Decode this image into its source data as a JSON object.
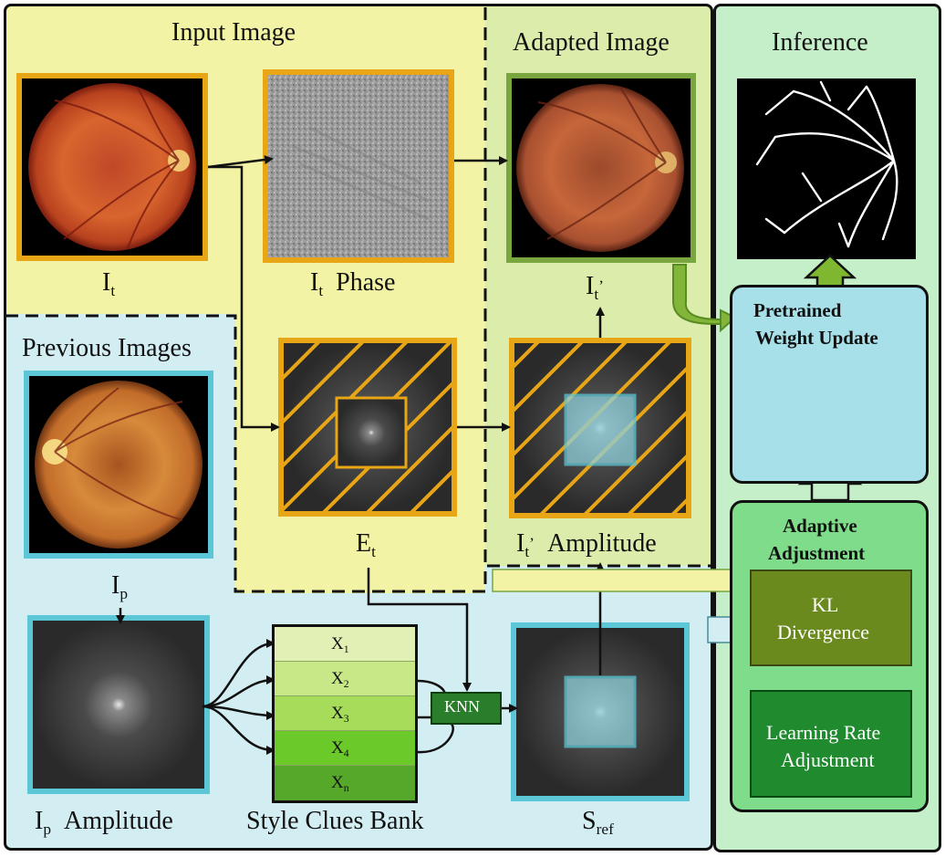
{
  "regions": {
    "input_image": "Input Image",
    "adapted_image": "Adapted Image",
    "inference": "Inference",
    "previous_images": "Previous Images"
  },
  "labels": {
    "it_base": "I",
    "it_sub": "t",
    "it_phase_base": "I",
    "it_phase_sub": "t",
    "it_phase_rest": "Phase",
    "itp_base": "I",
    "itp_sub": "t",
    "itp_sup": "’",
    "et_base": "E",
    "et_sub": "t",
    "itp_amp_base": "I",
    "itp_amp_sub": "t",
    "itp_amp_sup": "’",
    "itp_amp_rest": "Amplitude",
    "ip_base": "I",
    "ip_sub": "p",
    "ip_amp_base": "I",
    "ip_amp_sub": "p",
    "ip_amp_rest": "Amplitude",
    "style_bank": "Style Clues Bank",
    "sref_base": "S",
    "sref_sub": "ref"
  },
  "bank_items": [
    {
      "base": "X",
      "sub": "1",
      "color": "#e2f0b6"
    },
    {
      "base": "X",
      "sub": "2",
      "color": "#c8e888"
    },
    {
      "base": "X",
      "sub": "3",
      "color": "#a6dc5a"
    },
    {
      "base": "X",
      "sub": "4",
      "color": "#6cc92a"
    },
    {
      "base": "X",
      "sub": "n",
      "color": "#56a82a"
    }
  ],
  "knn": "KNN",
  "pretrained": {
    "line1": "Pretrained",
    "line2": "Weight Update"
  },
  "adaptive": {
    "line1": "Adaptive",
    "line2": "Adjustment"
  },
  "kl": {
    "line1": "KL",
    "line2": "Divergence"
  },
  "lr": {
    "line1": "Learning Rate",
    "line2": "Adjustment"
  },
  "colors": {
    "input_bg": "#f3f3a6",
    "adapted_bg": "#dcecaa",
    "inference_bg": "#c5efc8",
    "previous_bg": "#d3eef3",
    "orange_frame": "#e8a516",
    "teal_frame": "#5bc6d6",
    "green_frame": "#7aa640",
    "kl_box": "#6b8a1e",
    "lr_box": "#1f8a2e",
    "knn_box": "#2a7d2a",
    "pretrained_box": "#a8e0ea",
    "adaptive_box": "#7fdc8a"
  }
}
